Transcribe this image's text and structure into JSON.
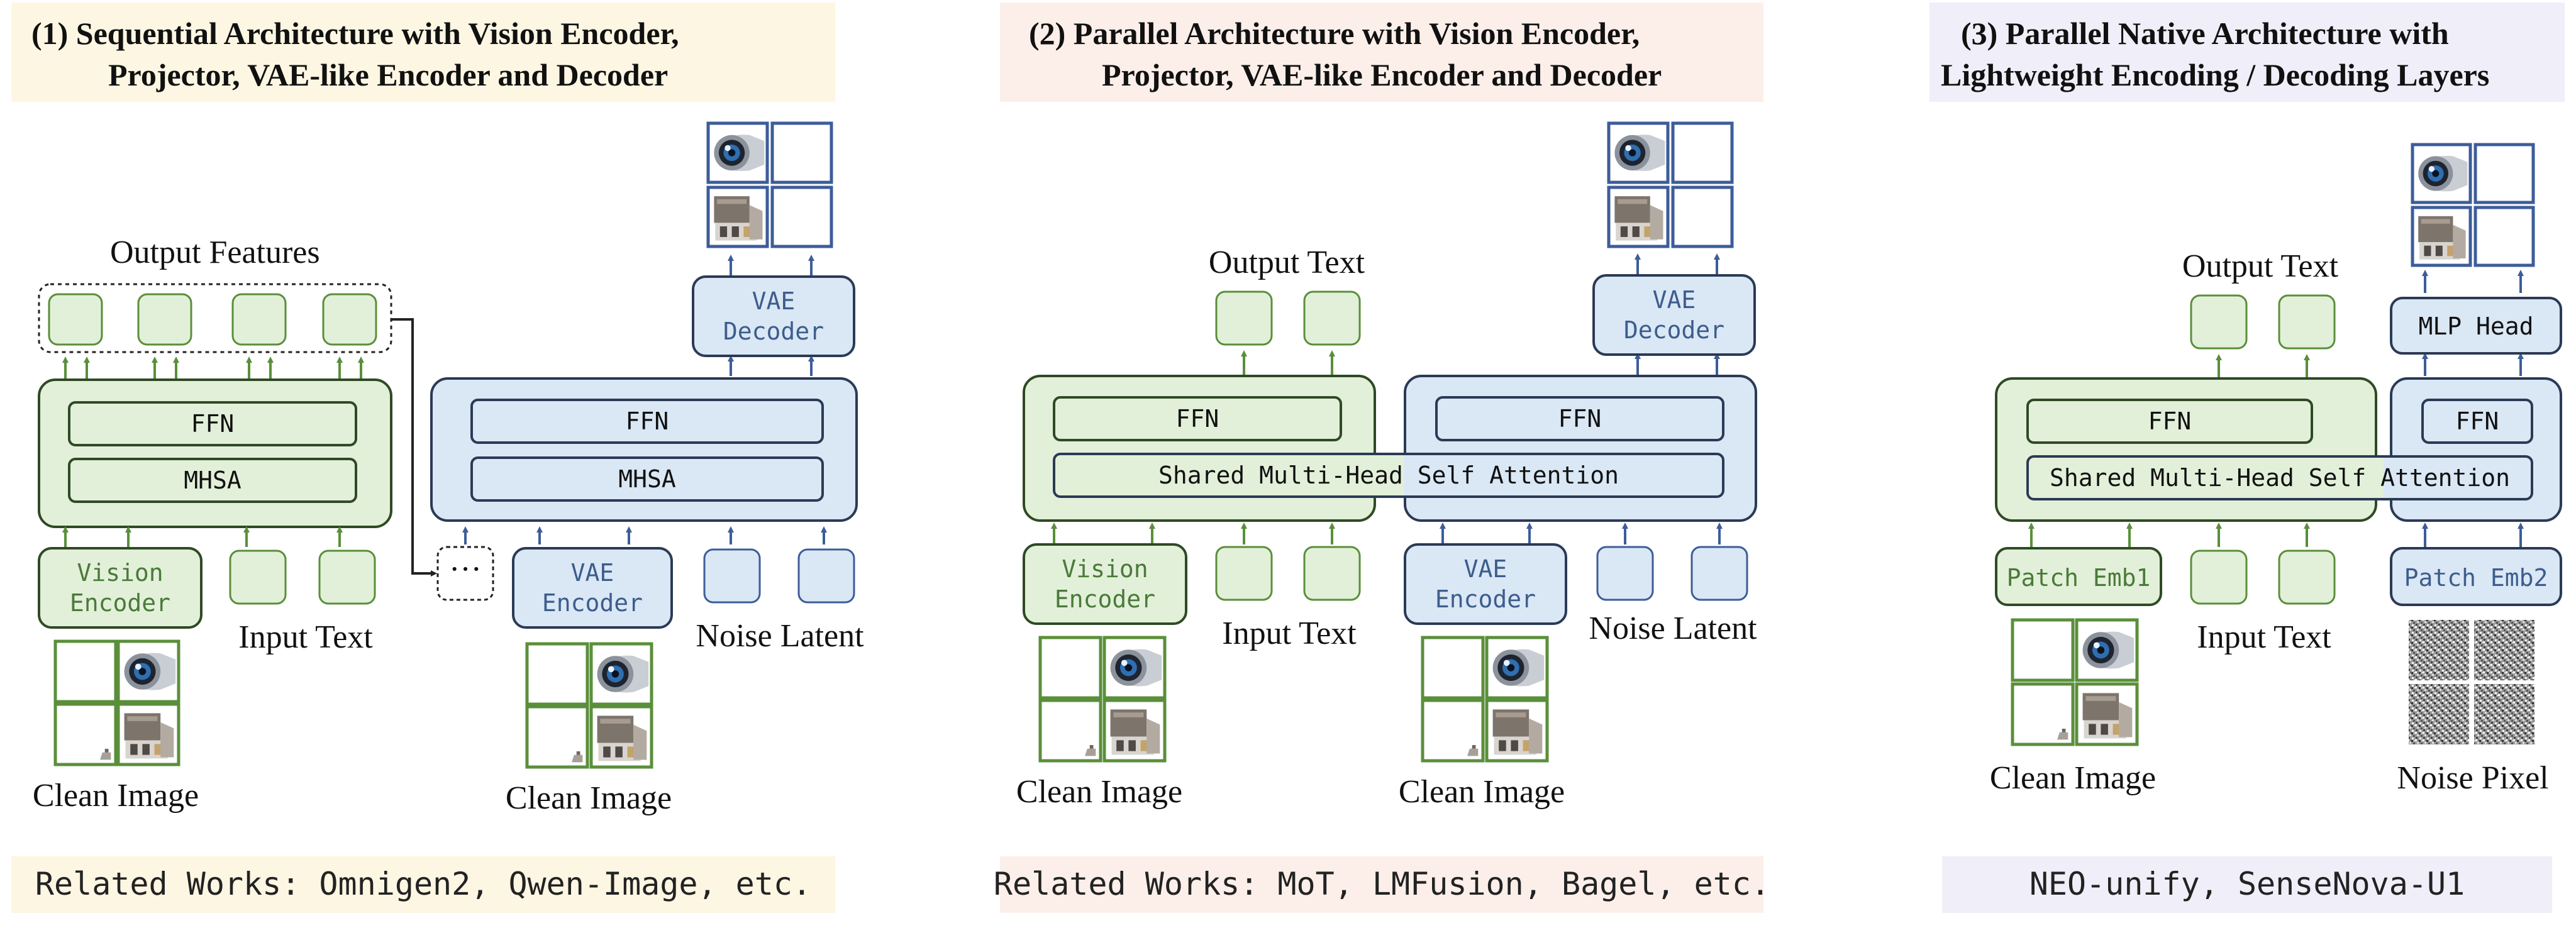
{
  "panel1": {
    "title_line1": "(1)  Sequential Architecture with Vision Encoder,",
    "title_line2": "Projector, VAE-like Encoder and Decoder",
    "output_features": "Output Features",
    "ffn": "FFN",
    "mhsa": "MHSA",
    "ffn2": "FFN",
    "mhsa2": "MHSA",
    "vision_encoder_l1": "Vision",
    "vision_encoder_l2": "Encoder",
    "vae_encoder_l1": "VAE",
    "vae_encoder_l2": "Encoder",
    "vae_decoder_l1": "VAE",
    "vae_decoder_l2": "Decoder",
    "input_text": "Input Text",
    "noise_latent": "Noise Latent",
    "clean_image_a": "Clean Image",
    "clean_image_b": "Clean Image",
    "ellipsis": "···",
    "related": "Related Works:  Omnigen2, Qwen-Image, etc."
  },
  "panel2": {
    "title_line1": "(2)  Parallel Architecture with Vision Encoder,",
    "title_line2": "Projector, VAE-like Encoder and Decoder",
    "output_text": "Output Text",
    "ffn_left": "FFN",
    "ffn_right": "FFN",
    "shared_attention": "Shared Multi-Head Self Attention",
    "vision_encoder_l1": "Vision",
    "vision_encoder_l2": "Encoder",
    "vae_encoder_l1": "VAE",
    "vae_encoder_l2": "Encoder",
    "vae_decoder_l1": "VAE",
    "vae_decoder_l2": "Decoder",
    "input_text": "Input Text",
    "noise_latent": "Noise Latent",
    "clean_image_a": "Clean Image",
    "clean_image_b": "Clean Image",
    "related": "Related Works: MoT, LMFusion, Bagel, etc."
  },
  "panel3": {
    "title_line1": "(3)  Parallel Native Architecture with",
    "title_line2": "Lightweight Encoding / Decoding Layers",
    "output_text": "Output Text",
    "ffn_left": "FFN",
    "ffn_right": "FFN",
    "shared_attention": "Shared Multi-Head Self Attention",
    "mlp_head": "MLP Head",
    "patch_emb1": "Patch Emb1",
    "patch_emb2": "Patch Emb2",
    "input_text": "Input Text",
    "clean_image": "Clean Image",
    "noise_pixel": "Noise Pixel",
    "related": "NEO-unify, SenseNova-U1"
  },
  "colors": {
    "green_fill": "#e2f0d9",
    "green_stroke": "#2f4a25",
    "green_arrow": "#5a8f3a",
    "blue_fill": "#dae7f5",
    "blue_stroke": "#2b3a55",
    "blue_arrow": "#3d5d99",
    "title_bg_1": "#fdf6e3",
    "title_bg_2": "#fcefe9",
    "title_bg_3": "#f0eef8"
  }
}
